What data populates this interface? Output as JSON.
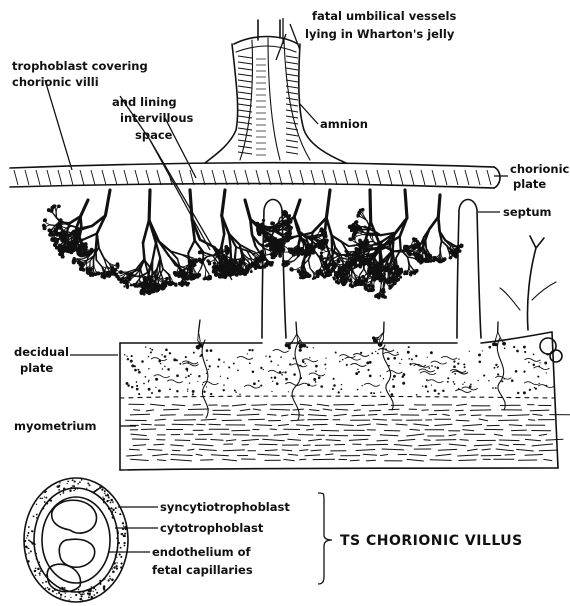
{
  "labels": {
    "umbilical_line1": "fatal umbilical vessels",
    "umbilical_line2": "lying in Wharton's jelly",
    "trophoblast_line1": "trophoblast covering",
    "trophoblast_line2": "chorionic villi",
    "lining_line1": "and lining",
    "lining_line2": "intervillous",
    "lining_line3": "space",
    "amnion": "amnion",
    "chorionic_line1": "chorionic",
    "chorionic_line2": "plate",
    "septum": "septum",
    "decidual_line1": "decidual",
    "decidual_line2": "plate",
    "myometrium": "myometrium",
    "syncytio": "syncytiotrophoblast",
    "cyto": "cytotrophoblast",
    "endo_line1": "endothelium of",
    "endo_line2": "fetal capillaries",
    "ts_title": "TS CHORIONIC VILLUS"
  },
  "colors": {
    "ink": "#111111",
    "paper": "#ffffff"
  }
}
